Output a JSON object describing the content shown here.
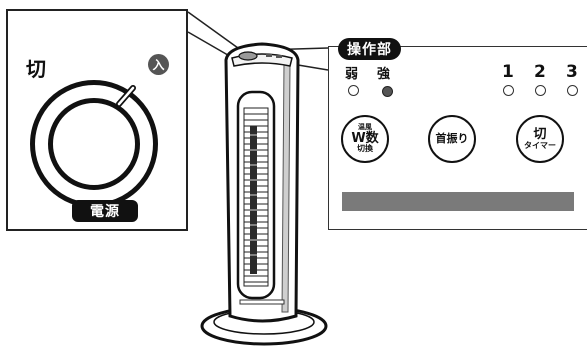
{
  "dial": {
    "off_label": "切",
    "on_label": "入",
    "power_label": "電源"
  },
  "control_panel": {
    "title": "操作部",
    "level_low": "弱",
    "level_high": "強",
    "timer_numbers": [
      "1",
      "2",
      "3"
    ],
    "mode_button": {
      "small": "温風",
      "main": "W数",
      "sub": "切換"
    },
    "swing_button": "首振り",
    "timer_button": {
      "main": "切",
      "sub": "タイマー"
    }
  }
}
